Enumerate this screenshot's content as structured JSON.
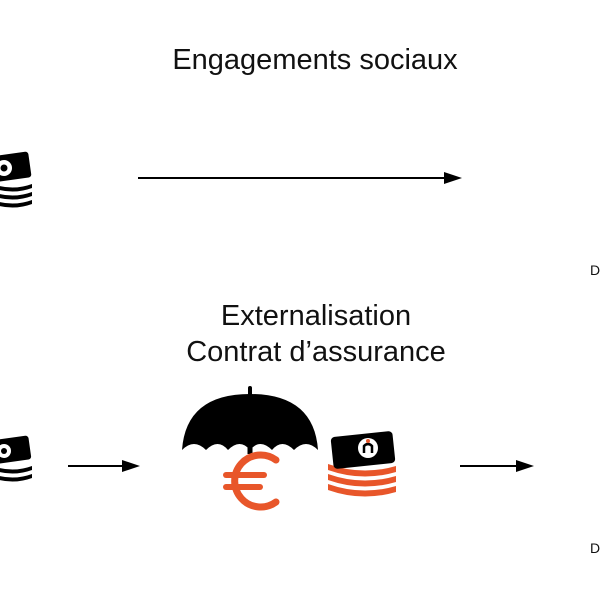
{
  "top_section": {
    "title": "Engagements sociaux"
  },
  "externalisation": {
    "line1": "Externalisation",
    "line2": "Contrat d’assurance"
  },
  "icons": {
    "money_stack_black": "banknote-stack-icon",
    "umbrella": "umbrella-icon",
    "euro": "euro-icon",
    "money_stack_orange": "banknote-stack-orange-icon"
  },
  "edge_labels": {
    "label_1": "D",
    "label_2": "D"
  },
  "colors": {
    "accent": "#e8562a",
    "ink": "#000000",
    "background": "#ffffff"
  }
}
